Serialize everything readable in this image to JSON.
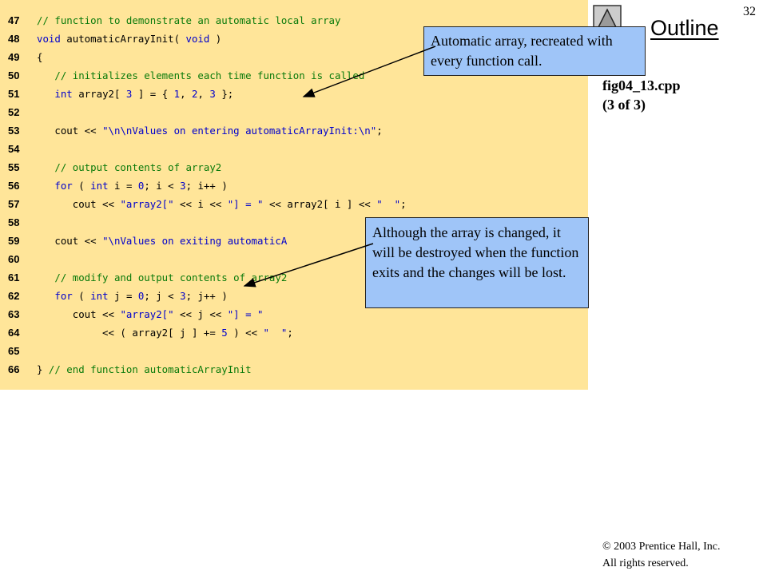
{
  "slide": {
    "number": "32",
    "outline_label": "Outline",
    "file_name": "fig04_13.cpp",
    "page_of": "(3 of 3)",
    "copyright": "© 2003 Prentice Hall, Inc.",
    "rights": "All rights reserved."
  },
  "code": {
    "lines": [
      {
        "num": "47",
        "tokens": [
          {
            "t": "// function to demonstrate an automatic local array",
            "c": "cm"
          }
        ]
      },
      {
        "num": "48",
        "tokens": [
          {
            "t": "void",
            "c": "kw"
          },
          {
            "t": " automaticArrayInit( ",
            "c": "pl"
          },
          {
            "t": "void",
            "c": "kw"
          },
          {
            "t": " )",
            "c": "pl"
          }
        ]
      },
      {
        "num": "49",
        "tokens": [
          {
            "t": "{",
            "c": "pl"
          }
        ]
      },
      {
        "num": "50",
        "tokens": [
          {
            "t": "   // initializes elements each time function is called",
            "c": "cm"
          }
        ]
      },
      {
        "num": "51",
        "tokens": [
          {
            "t": "   ",
            "c": "pl"
          },
          {
            "t": "int",
            "c": "kw"
          },
          {
            "t": " array2[ ",
            "c": "pl"
          },
          {
            "t": "3",
            "c": "num"
          },
          {
            "t": " ] = { ",
            "c": "pl"
          },
          {
            "t": "1",
            "c": "num"
          },
          {
            "t": ", ",
            "c": "pl"
          },
          {
            "t": "2",
            "c": "num"
          },
          {
            "t": ", ",
            "c": "pl"
          },
          {
            "t": "3",
            "c": "num"
          },
          {
            "t": " };",
            "c": "pl"
          }
        ]
      },
      {
        "num": "52",
        "tokens": []
      },
      {
        "num": "53",
        "tokens": [
          {
            "t": "   cout << ",
            "c": "pl"
          },
          {
            "t": "\"\\n\\nValues on entering automaticArrayInit:\\n\"",
            "c": "str"
          },
          {
            "t": ";",
            "c": "pl"
          }
        ]
      },
      {
        "num": "54",
        "tokens": []
      },
      {
        "num": "55",
        "tokens": [
          {
            "t": "   // output contents of array2",
            "c": "cm"
          }
        ]
      },
      {
        "num": "56",
        "tokens": [
          {
            "t": "   ",
            "c": "pl"
          },
          {
            "t": "for",
            "c": "kw"
          },
          {
            "t": " ( ",
            "c": "pl"
          },
          {
            "t": "int",
            "c": "kw"
          },
          {
            "t": " i = ",
            "c": "pl"
          },
          {
            "t": "0",
            "c": "num"
          },
          {
            "t": "; i < ",
            "c": "pl"
          },
          {
            "t": "3",
            "c": "num"
          },
          {
            "t": "; i++ )",
            "c": "pl"
          }
        ]
      },
      {
        "num": "57",
        "tokens": [
          {
            "t": "      cout << ",
            "c": "pl"
          },
          {
            "t": "\"array2[\"",
            "c": "str"
          },
          {
            "t": " << i << ",
            "c": "pl"
          },
          {
            "t": "\"] = \"",
            "c": "str"
          },
          {
            "t": " << array2[ i ] << ",
            "c": "pl"
          },
          {
            "t": "\"  \"",
            "c": "str"
          },
          {
            "t": ";",
            "c": "pl"
          }
        ]
      },
      {
        "num": "58",
        "tokens": []
      },
      {
        "num": "59",
        "tokens": [
          {
            "t": "   cout << ",
            "c": "pl"
          },
          {
            "t": "\"\\nValues on exiting automaticA",
            "c": "str"
          }
        ]
      },
      {
        "num": "60",
        "tokens": []
      },
      {
        "num": "61",
        "tokens": [
          {
            "t": "   // modify and output contents of array2",
            "c": "cm"
          }
        ]
      },
      {
        "num": "62",
        "tokens": [
          {
            "t": "   ",
            "c": "pl"
          },
          {
            "t": "for",
            "c": "kw"
          },
          {
            "t": " ( ",
            "c": "pl"
          },
          {
            "t": "int",
            "c": "kw"
          },
          {
            "t": " j = ",
            "c": "pl"
          },
          {
            "t": "0",
            "c": "num"
          },
          {
            "t": "; j < ",
            "c": "pl"
          },
          {
            "t": "3",
            "c": "num"
          },
          {
            "t": "; j++ )",
            "c": "pl"
          }
        ]
      },
      {
        "num": "63",
        "tokens": [
          {
            "t": "      cout << ",
            "c": "pl"
          },
          {
            "t": "\"array2[\"",
            "c": "str"
          },
          {
            "t": " << j << ",
            "c": "pl"
          },
          {
            "t": "\"] = \"",
            "c": "str"
          }
        ]
      },
      {
        "num": "64",
        "tokens": [
          {
            "t": "           << ( array2[ j ] += ",
            "c": "pl"
          },
          {
            "t": "5",
            "c": "num"
          },
          {
            "t": " ) << ",
            "c": "pl"
          },
          {
            "t": "\"  \"",
            "c": "str"
          },
          {
            "t": ";",
            "c": "pl"
          }
        ]
      },
      {
        "num": "65",
        "tokens": []
      },
      {
        "num": "66",
        "tokens": [
          {
            "t": "} ",
            "c": "pl"
          },
          {
            "t": "// end function automaticArrayInit",
            "c": "cm"
          }
        ]
      }
    ]
  },
  "callouts": {
    "automatic_array": "Automatic array, recreated with every function call.",
    "destroyed": "Although the array is changed, it will be destroyed when the function exits and the changes will be lost."
  },
  "colors": {
    "code_background": "#ffe599",
    "callout_background": "#9fc5f8",
    "comment": "#0a7a0a",
    "keyword": "#0000cc"
  }
}
